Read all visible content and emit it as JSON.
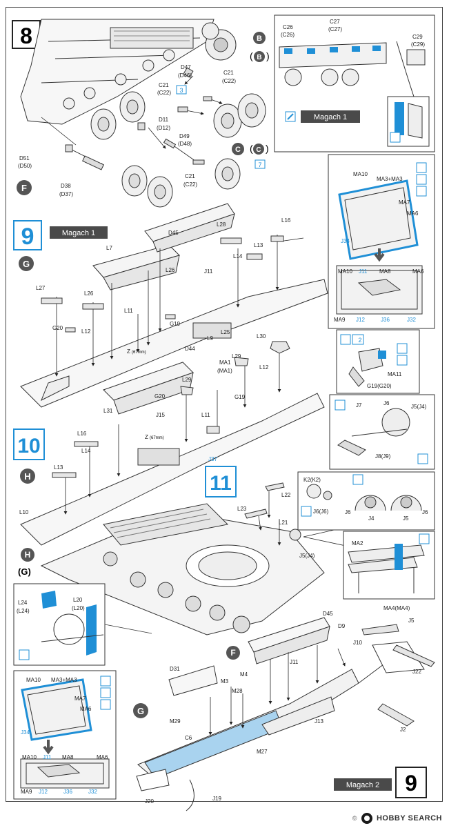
{
  "steps": {
    "s8": "8",
    "s9": "9",
    "s10": "10",
    "s11": "11",
    "s9b": "9"
  },
  "variant_tags": {
    "magach1_a": "Magach 1",
    "magach1_b": "Magach 1",
    "magach2": "Magach 2"
  },
  "markers": {
    "B": "B",
    "C": "C",
    "F": "F",
    "G": "G",
    "H": "H"
  },
  "multiplier": {
    "x3": "3",
    "x7": "7",
    "x2": "2"
  },
  "step8_labels": {
    "D47": "D47",
    "D46": "(D46)",
    "C21a": "C21",
    "C22a": "(C22)",
    "C21b": "C21",
    "C22b": "(C22)",
    "D11": "D11",
    "D12": "(D12)",
    "D49": "D49",
    "D48": "(D48)",
    "D51": "D51",
    "D50": "(D50)",
    "D38": "D38",
    "D37": "(D37)",
    "C21c": "C21",
    "C22c": "(C22)",
    "B_open": "(",
    "B_close": ")",
    "C_open": "(",
    "C_close": ")"
  },
  "inset8_labels": {
    "C26": "C26",
    "C26p": "(C26)",
    "C27": "C27",
    "C27p": "(C27)",
    "C29": "C29",
    "C29p": "(C29)"
  },
  "step9_labels": {
    "L7": "L7",
    "D45": "D45",
    "L28": "L28",
    "L16": "L16",
    "L13": "L13",
    "L14": "L14",
    "L26a": "L26",
    "J11": "J11",
    "L27": "L27",
    "L26b": "L26",
    "L11": "L11",
    "G19": "G19",
    "G20": "G20",
    "L12": "L12",
    "L9": "L9",
    "Z": "Z",
    "Z67": "(67mm)",
    "D44": "D44",
    "L25": "L25"
  },
  "inset9_labels": {
    "MA10": "MA10",
    "MA3": "MA3+MA3",
    "MA7": "MA7",
    "MA6": "MA6",
    "J34": "J34",
    "MA10b": "MA10",
    "J11": "J11",
    "MA8": "MA8",
    "MA6b": "MA6",
    "MA9": "MA9",
    "J12": "J12",
    "J36": "J36",
    "J32": "J32",
    "MA11": "MA11",
    "G19G20": "G19(G20)"
  },
  "step10_labels": {
    "L30": "L30",
    "MA1": "MA1",
    "MA1p": "(MA1)",
    "L29a": "L29",
    "L12": "L12",
    "L29b": "L29",
    "G20": "G20",
    "G19": "G19",
    "L31": "L31",
    "J15": "J15",
    "L11": "L11",
    "Z": "Z",
    "Z67": "(67mm)",
    "L16": "L16",
    "J37": "J37",
    "L14": "L14",
    "L13": "L13",
    "L10": "L10"
  },
  "step11_labels": {
    "L22": "L22",
    "L23": "L23",
    "L21": "L21",
    "J5J4": "J5(J4)",
    "J7": "J7",
    "J6": "J6",
    "J5J4b": "J5(J4)",
    "J8J9": "J8(J9)",
    "K2": "K2(K2)",
    "J6J6": "J6(J6)",
    "J6a": "J6",
    "J4": "J4",
    "J5": "J5",
    "J6b": "J6",
    "MA2": "MA2",
    "L24": "L24",
    "L24p": "(L24)",
    "L20": "L20",
    "L20p": "(L20)",
    "G_paren": "(G)"
  },
  "step9b_labels": {
    "D45": "D45",
    "D9": "D9",
    "MA4": "MA4(MA4)",
    "J5": "J5",
    "J10": "J10",
    "J11": "J11",
    "D31": "D31",
    "M4": "M4",
    "M3": "M3",
    "M28": "M28",
    "J22": "J22",
    "M29": "M29",
    "C6": "C6",
    "M27": "M27",
    "J13": "J13",
    "J2": "J2",
    "J20": "J20",
    "J19": "J19",
    "MA10": "MA10",
    "MA3": "MA3+MA3",
    "MA7": "MA7",
    "MA6": "MA6",
    "J34": "J34",
    "MA10b": "MA10",
    "J11b": "J11",
    "MA8": "MA8",
    "MA6b": "MA6",
    "MA9": "MA9",
    "J12": "J12",
    "J36": "J36",
    "J32": "J32"
  },
  "watermark": {
    "copyright": "©",
    "brand": "HOBBY SEARCH"
  },
  "colors": {
    "accent_blue": "#1f8fd6",
    "blue_fill": "#a9d3ef",
    "tag_dark": "#4a4a4a",
    "marker_dark": "#555555",
    "line": "#333333"
  }
}
